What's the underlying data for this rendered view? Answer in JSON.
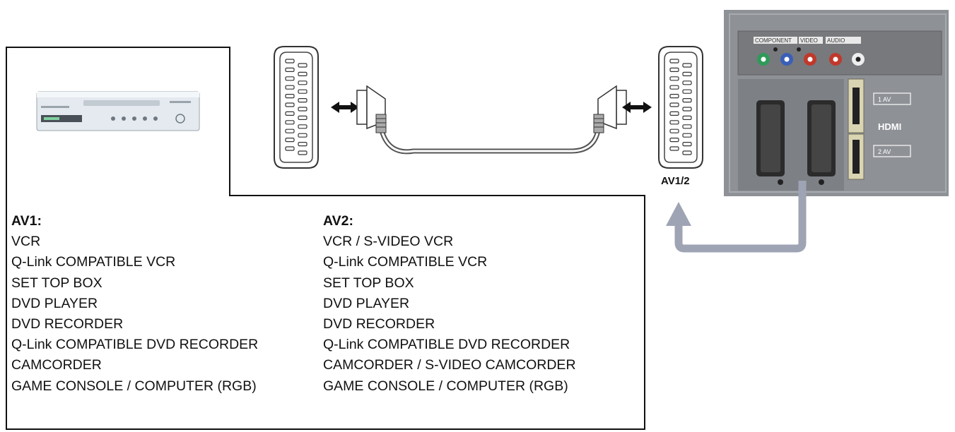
{
  "av1": {
    "heading": "AV1:",
    "items": [
      "VCR",
      "Q-Link COMPATIBLE VCR",
      "SET TOP BOX",
      "DVD PLAYER",
      "DVD RECORDER",
      "Q-Link COMPATIBLE DVD RECORDER",
      "CAMCORDER",
      "GAME CONSOLE / COMPUTER (RGB)"
    ]
  },
  "av2": {
    "heading": "AV2:",
    "items": [
      "VCR / S-VIDEO VCR",
      "Q-Link COMPATIBLE VCR",
      "SET TOP BOX",
      "DVD PLAYER",
      "DVD RECORDER",
      "Q-Link COMPATIBLE DVD RECORDER",
      "CAMCORDER / S-VIDEO CAMCORDER",
      "GAME CONSOLE / COMPUTER (RGB)"
    ]
  },
  "port_caption": "AV1/2",
  "tv_panel": {
    "labels": {
      "component": "COMPONENT",
      "video": "VIDEO",
      "audio": "AUDIO",
      "hdmi": "HDMI",
      "hdmi_av1": "1 AV",
      "hdmi_av2": "2 AV"
    }
  },
  "colors": {
    "outline": "#111111",
    "tv_panel": "#8e9196",
    "tv_inner": "#7d8085",
    "arrow": "#9ea4b3",
    "cable": "#555555",
    "jack_green": "#2f9a5a",
    "jack_blue": "#3a5fb8",
    "jack_red": "#c0392b",
    "jack_white": "#eeeeee"
  },
  "icons": {
    "source_device": "vcr-device-icon",
    "scart_plug": "scart-connector-icon",
    "double_arrow": "bidirectional-arrow-icon"
  }
}
